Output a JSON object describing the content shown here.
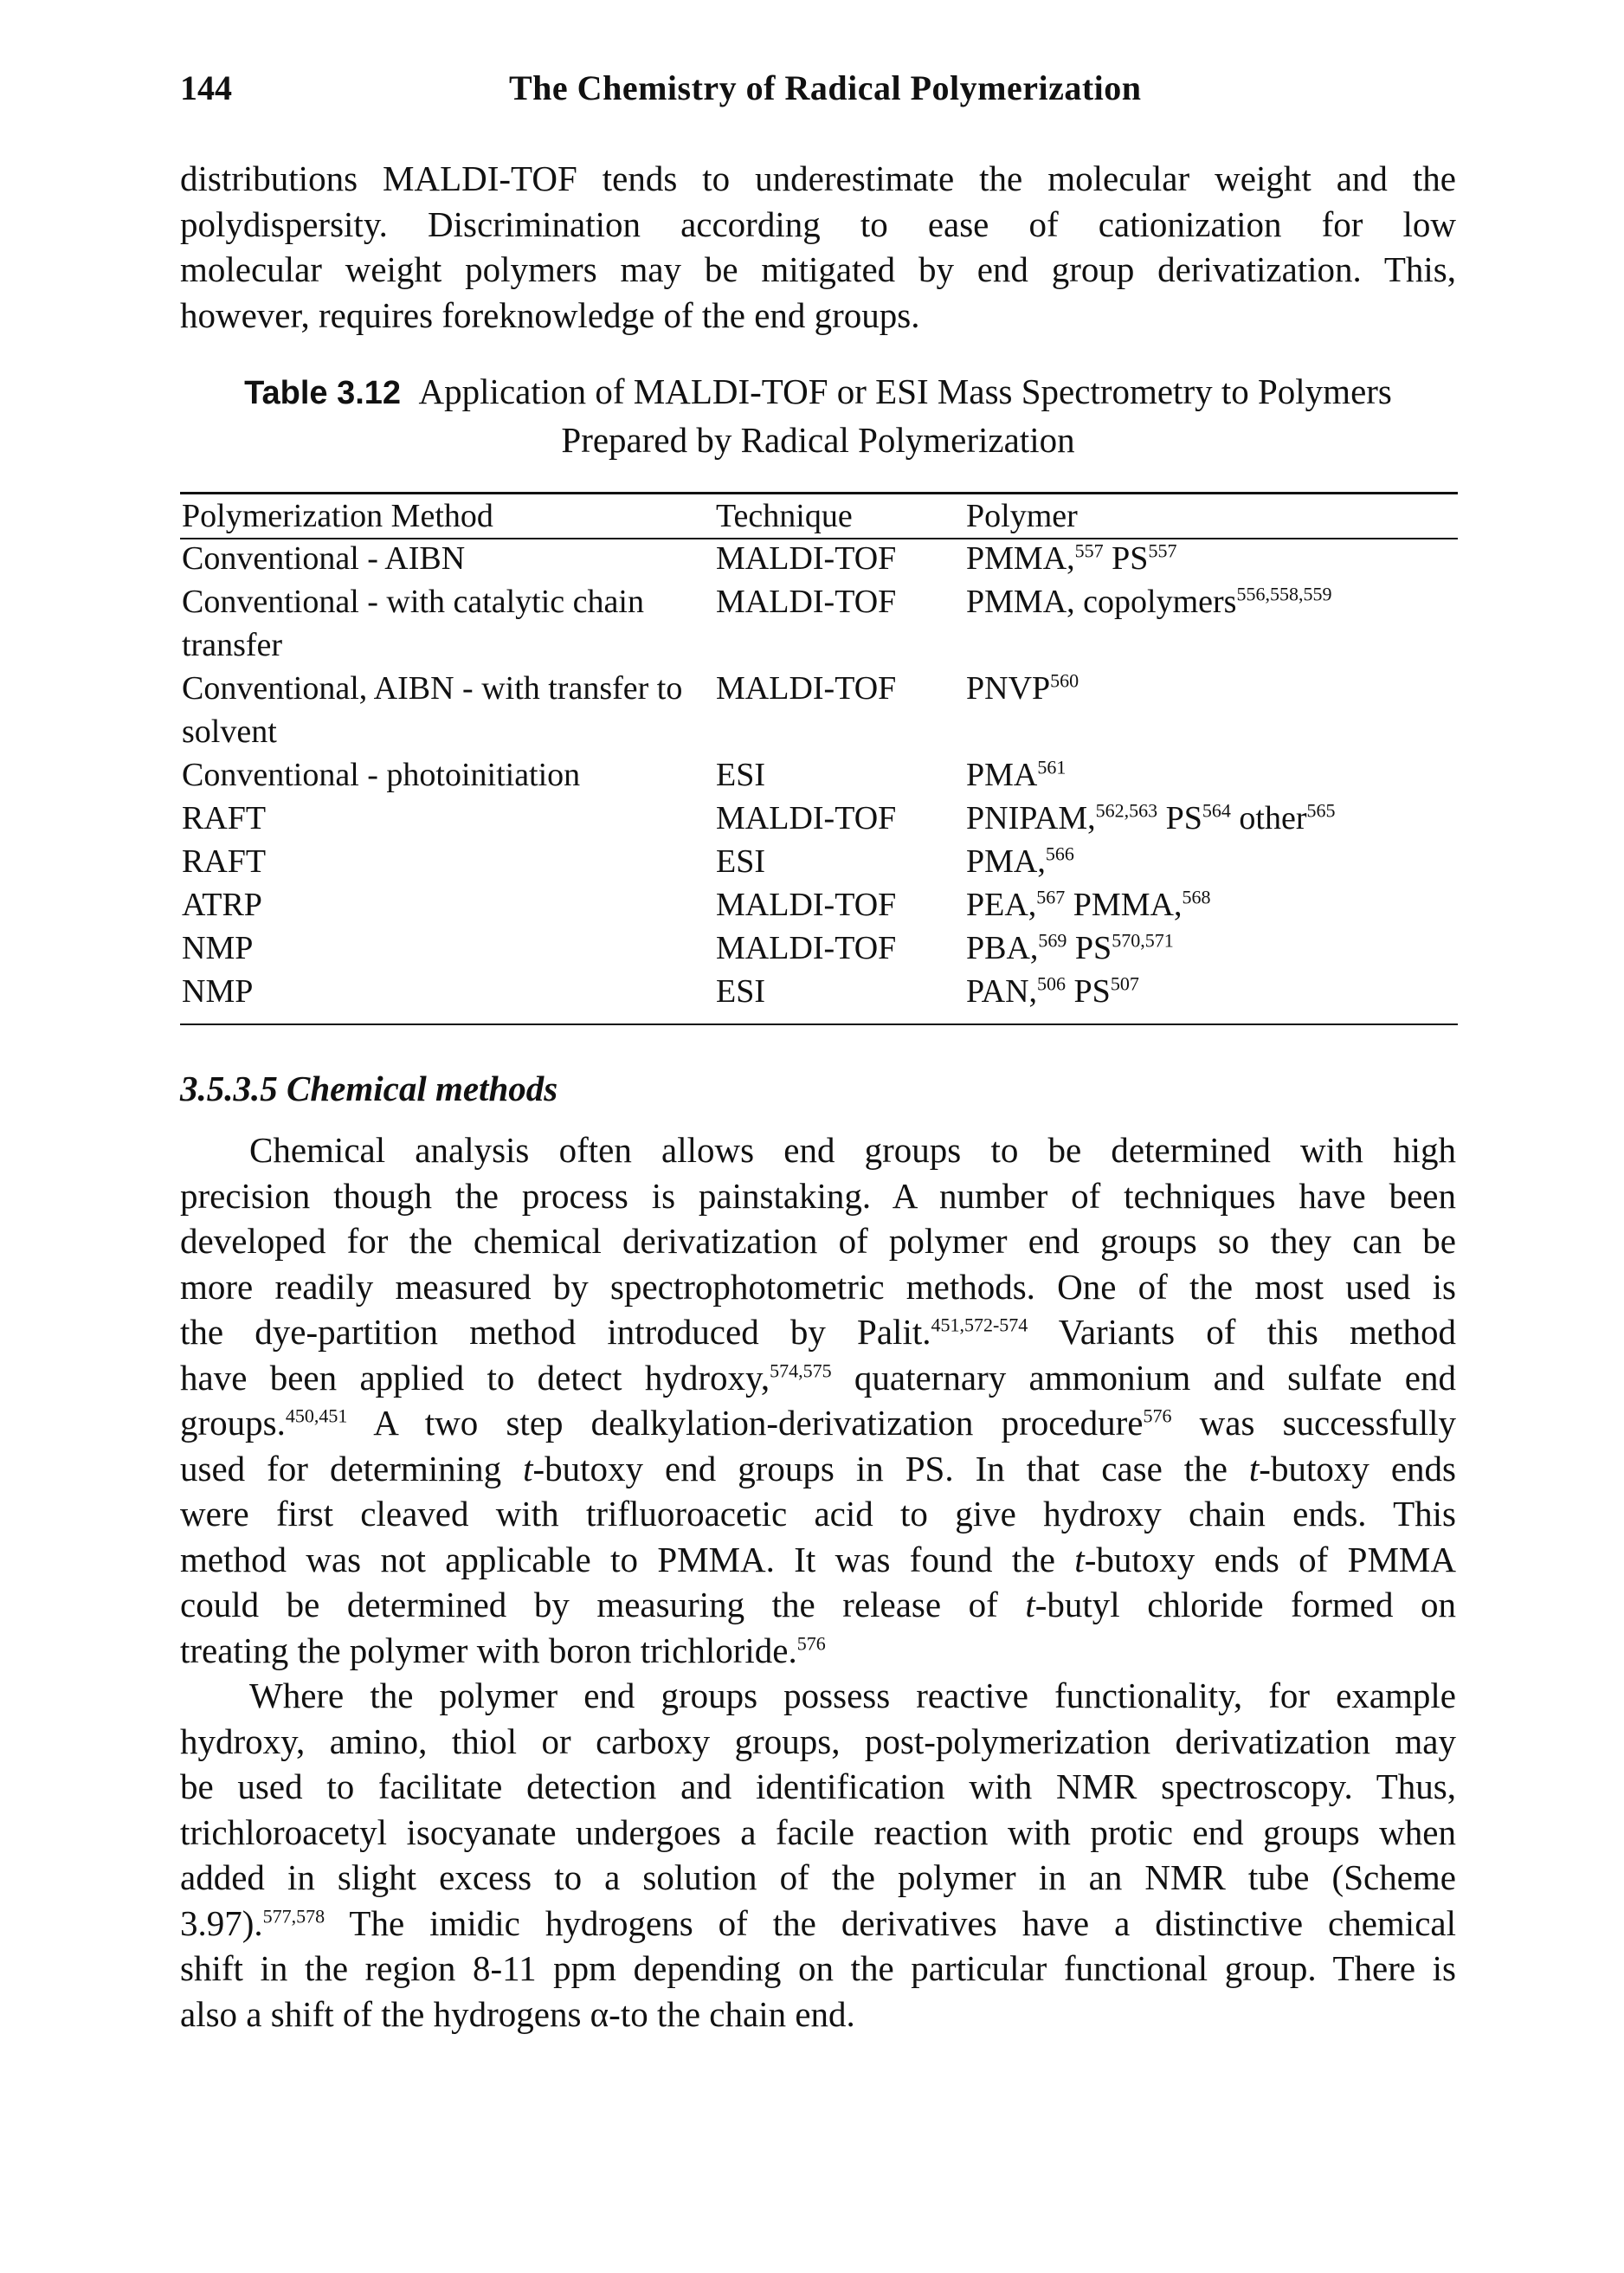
{
  "header": {
    "page_number": "144",
    "running_title": "The Chemistry of Radical Polymerization"
  },
  "intro_paragraph": {
    "lines": [
      "distributions MALDI-TOF tends to underestimate the molecular weight and the",
      "polydispersity.  Discrimination according to ease of cationization for low",
      "molecular weight polymers may be mitigated by end group derivatization.  This,",
      "however, requires foreknowledge of the end groups."
    ]
  },
  "table": {
    "caption_label": "Table 3.12",
    "caption_line1": "Application of MALDI-TOF or ESI Mass Spectrometry to Polymers",
    "caption_line2": "Prepared  by Radical Polymerization",
    "headers": [
      "Polymerization Method",
      "Technique",
      "Polymer"
    ],
    "rows": [
      {
        "method": "Conventional - AIBN",
        "technique": "MALDI-TOF",
        "polymer": [
          {
            "t": "PMMA,"
          },
          {
            "s": "557"
          },
          {
            "t": " PS"
          },
          {
            "s": "557"
          }
        ]
      },
      {
        "method": "Conventional - with catalytic chain transfer",
        "technique": "MALDI-TOF",
        "polymer": [
          {
            "t": "PMMA, copolymers"
          },
          {
            "s": "556,558,559"
          }
        ]
      },
      {
        "method": "Conventional, AIBN - with transfer to solvent",
        "technique": "MALDI-TOF",
        "polymer": [
          {
            "t": "PNVP"
          },
          {
            "s": "560"
          }
        ]
      },
      {
        "method": "Conventional - photoinitiation",
        "technique": "ESI",
        "polymer": [
          {
            "t": "PMA"
          },
          {
            "s": "561"
          }
        ]
      },
      {
        "method": "RAFT",
        "technique": "MALDI-TOF",
        "polymer": [
          {
            "t": "PNIPAM,"
          },
          {
            "s": "562,563"
          },
          {
            "t": " PS"
          },
          {
            "s": "564"
          },
          {
            "t": " other"
          },
          {
            "s": "565"
          }
        ]
      },
      {
        "method": "RAFT",
        "technique": "ESI",
        "polymer": [
          {
            "t": "PMA,"
          },
          {
            "s": "566"
          }
        ]
      },
      {
        "method": "ATRP",
        "technique": "MALDI-TOF",
        "polymer": [
          {
            "t": "PEA,"
          },
          {
            "s": "567"
          },
          {
            "t": " PMMA,"
          },
          {
            "s": "568"
          }
        ]
      },
      {
        "method": "NMP",
        "technique": "MALDI-TOF",
        "polymer": [
          {
            "t": "PBA,"
          },
          {
            "s": "569"
          },
          {
            "t": " PS"
          },
          {
            "s": "570,571"
          }
        ]
      },
      {
        "method": "NMP",
        "technique": "ESI",
        "polymer": [
          {
            "t": "PAN,"
          },
          {
            "s": "506"
          },
          {
            "t": " PS"
          },
          {
            "s": "507"
          }
        ]
      }
    ]
  },
  "section": {
    "heading": "3.5.3.5  Chemical methods"
  },
  "paragraph1": {
    "lines": [
      [
        {
          "t": "Chemical analysis often allows end groups to be determined with high"
        }
      ],
      [
        {
          "t": "precision though the process is painstaking.  A number of techniques have been"
        }
      ],
      [
        {
          "t": "developed for the chemical derivatization of polymer end groups so they can be"
        }
      ],
      [
        {
          "t": "more readily measured by spectrophotometric methods.  One of the most used is"
        }
      ],
      [
        {
          "t": "the dye-partition method introduced by Palit."
        },
        {
          "s": "451,572-574"
        },
        {
          "t": "  Variants of this method"
        }
      ],
      [
        {
          "t": "have been applied to detect hydroxy,"
        },
        {
          "s": "574,575"
        },
        {
          "t": " quaternary ammonium and sulfate end"
        }
      ],
      [
        {
          "t": "groups."
        },
        {
          "s": "450,451"
        },
        {
          "t": "  A two step dealkylation-derivatization procedure"
        },
        {
          "s": "576"
        },
        {
          "t": " was successfully"
        }
      ],
      [
        {
          "t": "used for determining "
        },
        {
          "i": "t"
        },
        {
          "t": "-butoxy end groups in PS.  In that case the "
        },
        {
          "i": "t"
        },
        {
          "t": "-butoxy ends"
        }
      ],
      [
        {
          "t": "were first cleaved with trifluoroacetic acid to give hydroxy chain ends.  This"
        }
      ],
      [
        {
          "t": "method was not applicable to PMMA.  It was found the "
        },
        {
          "i": "t"
        },
        {
          "t": "-butoxy ends of PMMA"
        }
      ],
      [
        {
          "t": "could be determined by measuring the release of "
        },
        {
          "i": "t"
        },
        {
          "t": "-butyl chloride formed on"
        }
      ],
      [
        {
          "t": "treating the polymer with boron trichloride."
        },
        {
          "s": "576"
        }
      ]
    ]
  },
  "paragraph2": {
    "lines": [
      [
        {
          "t": "Where the polymer end groups possess reactive functionality, for example"
        }
      ],
      [
        {
          "t": "hydroxy, amino, thiol or carboxy groups, post-polymerization derivatization may"
        }
      ],
      [
        {
          "t": "be used to facilitate detection and identification with NMR spectroscopy.  Thus,"
        }
      ],
      [
        {
          "t": "trichloroacetyl isocyanate undergoes a facile reaction with protic end groups when"
        }
      ],
      [
        {
          "t": "added in slight excess to a solution of the polymer in an NMR tube (Scheme"
        }
      ],
      [
        {
          "t": "3.97)."
        },
        {
          "s": "577,578"
        },
        {
          "t": "  The imidic hydrogens of the derivatives have a distinctive chemical"
        }
      ],
      [
        {
          "t": "shift in the region 8-11 ppm depending on the particular functional group.  There is"
        }
      ],
      [
        {
          "t": "also a shift of the hydrogens α-to the chain end."
        }
      ]
    ]
  }
}
